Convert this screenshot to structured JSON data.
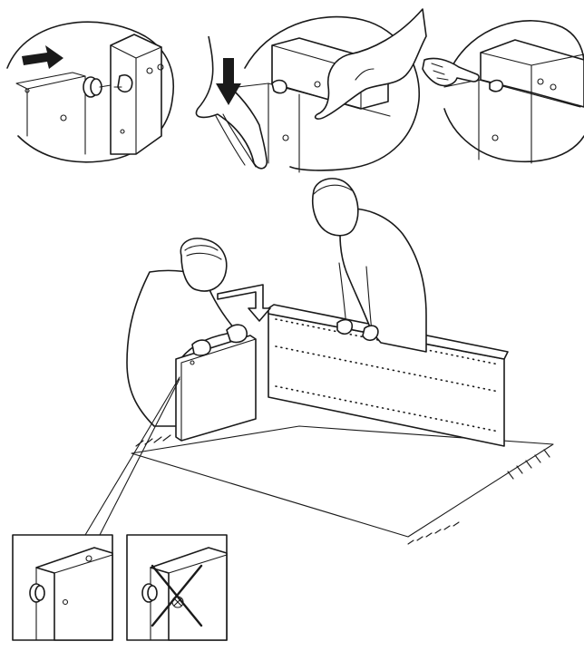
{
  "document": {
    "type": "assembly-instruction",
    "step_panels": [
      {
        "id": "push-dowel",
        "icons": [
          "arrow-right-icon",
          "cam-dowel-icon"
        ]
      },
      {
        "id": "press-down",
        "icons": [
          "arrow-down-icon",
          "hand-icon"
        ]
      },
      {
        "id": "check-fit",
        "icons": [
          "pointing-hand-icon"
        ]
      }
    ],
    "detail_panels": [
      {
        "id": "correct-dowel",
        "status": "correct"
      },
      {
        "id": "incorrect-dowel",
        "status": "incorrect",
        "mark": "cross-icon"
      }
    ],
    "colors": {
      "ink": "#1a1a1a",
      "paper": "#ffffff"
    }
  }
}
